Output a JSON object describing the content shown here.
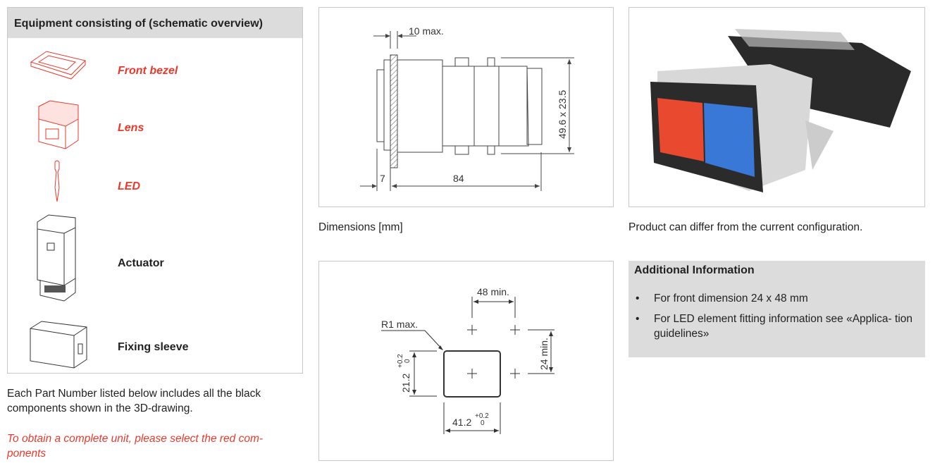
{
  "equipment": {
    "title": "Equipment consisting of (schematic overview)",
    "items": [
      {
        "label": "Front bezel",
        "icon": "front-bezel",
        "color": "#e8392b"
      },
      {
        "label": "Lens",
        "icon": "lens",
        "color": "#e8392b"
      },
      {
        "label": "LED",
        "icon": "led",
        "color": "#e8392b"
      },
      {
        "label": "Actuator",
        "icon": "actuator",
        "color": "#222222"
      },
      {
        "label": "Fixing sleeve",
        "icon": "fixing-sleeve",
        "color": "#222222"
      }
    ]
  },
  "note": "Each Part Number listed below includes all the black components shown in the 3D-drawing.",
  "note_red": "To obtain a complete unit, please select the red com- ponents",
  "dimensions": {
    "caption": "Dimensions [mm]",
    "labels": {
      "panel": "10 max.",
      "height": "49.6 x 23.5",
      "front": "7",
      "depth": "84"
    }
  },
  "cutout": {
    "labels": {
      "spacing_h": "48 min.",
      "radius": "R1 max.",
      "spacing_v": "24 min.",
      "height": "21.2",
      "height_tol_plus": "+0.2",
      "height_tol_minus": "0",
      "width": "41.2",
      "width_tol_plus": "+0.2",
      "width_tol_minus": "0"
    }
  },
  "product": {
    "caption": "Product can differ from the current configuration.",
    "colors": {
      "left_button": "#e8492f",
      "right_button": "#3a78d8"
    }
  },
  "additional": {
    "title": "Additional Information",
    "items": [
      "For front dimension 24 x 48 mm",
      "For LED element fitting information see «Applica- tion guidelines»"
    ]
  }
}
